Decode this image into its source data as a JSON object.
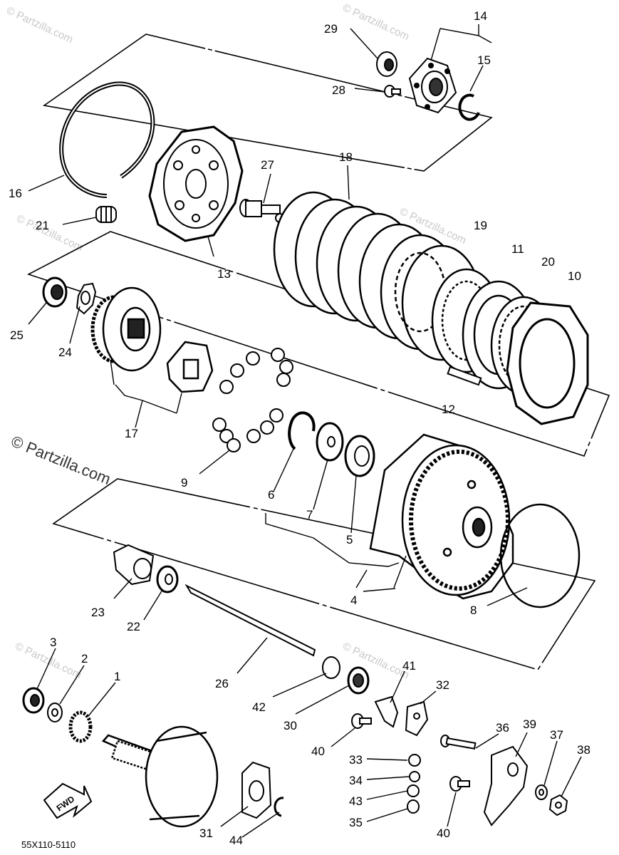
{
  "watermarks": {
    "main": "© Partzilla.com",
    "faint": "© Partzilla.com"
  },
  "diagram_code": "55X110-5110",
  "fwd_label": "FWD",
  "callouts": [
    {
      "id": "c1",
      "text": "1"
    },
    {
      "id": "c2",
      "text": "2"
    },
    {
      "id": "c3",
      "text": "3"
    },
    {
      "id": "c4",
      "text": "4"
    },
    {
      "id": "c5",
      "text": "5"
    },
    {
      "id": "c6",
      "text": "6"
    },
    {
      "id": "c7",
      "text": "7"
    },
    {
      "id": "c8",
      "text": "8"
    },
    {
      "id": "c9",
      "text": "9"
    },
    {
      "id": "c10",
      "text": "10"
    },
    {
      "id": "c11",
      "text": "11"
    },
    {
      "id": "c12",
      "text": "12"
    },
    {
      "id": "c13",
      "text": "13"
    },
    {
      "id": "c14",
      "text": "14"
    },
    {
      "id": "c15",
      "text": "15"
    },
    {
      "id": "c16",
      "text": "16"
    },
    {
      "id": "c17",
      "text": "17"
    },
    {
      "id": "c18",
      "text": "18"
    },
    {
      "id": "c19",
      "text": "19"
    },
    {
      "id": "c20",
      "text": "20"
    },
    {
      "id": "c21",
      "text": "21"
    },
    {
      "id": "c22",
      "text": "22"
    },
    {
      "id": "c23",
      "text": "23"
    },
    {
      "id": "c24",
      "text": "24"
    },
    {
      "id": "c25",
      "text": "25"
    },
    {
      "id": "c26",
      "text": "26"
    },
    {
      "id": "c27",
      "text": "27"
    },
    {
      "id": "c28",
      "text": "28"
    },
    {
      "id": "c29",
      "text": "29"
    },
    {
      "id": "c30",
      "text": "30"
    },
    {
      "id": "c31",
      "text": "31"
    },
    {
      "id": "c32",
      "text": "32"
    },
    {
      "id": "c33",
      "text": "33"
    },
    {
      "id": "c34",
      "text": "34"
    },
    {
      "id": "c35",
      "text": "35"
    },
    {
      "id": "c36",
      "text": "36"
    },
    {
      "id": "c37",
      "text": "37"
    },
    {
      "id": "c38",
      "text": "38"
    },
    {
      "id": "c39",
      "text": "39"
    },
    {
      "id": "c40a",
      "text": "40"
    },
    {
      "id": "c40b",
      "text": "40"
    },
    {
      "id": "c41",
      "text": "41"
    },
    {
      "id": "c42",
      "text": "42"
    },
    {
      "id": "c43",
      "text": "43"
    },
    {
      "id": "c44",
      "text": "44"
    }
  ]
}
